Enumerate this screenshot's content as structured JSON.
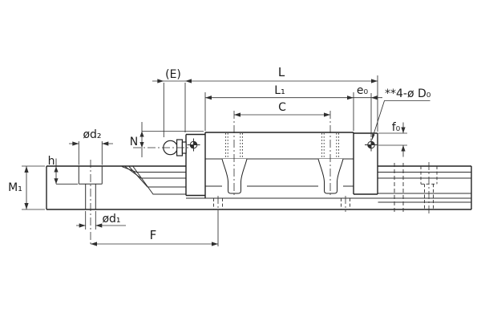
{
  "drawing": {
    "type": "engineering-dimension-drawing",
    "subject": "linear-guide-rail-and-carriage-block-side-view",
    "background": "#ffffff",
    "line_color": "#2b2b2b",
    "labels": {
      "E": "(E)",
      "L": "L",
      "L1": "L₁",
      "C": "C",
      "e0": "e₀",
      "hole_note": "**4-ø D₀",
      "f0": "f₀",
      "N": "N",
      "d2": "ød₂",
      "h": "h",
      "M1": "M₁",
      "d1": "ød₁",
      "F": "F"
    }
  }
}
